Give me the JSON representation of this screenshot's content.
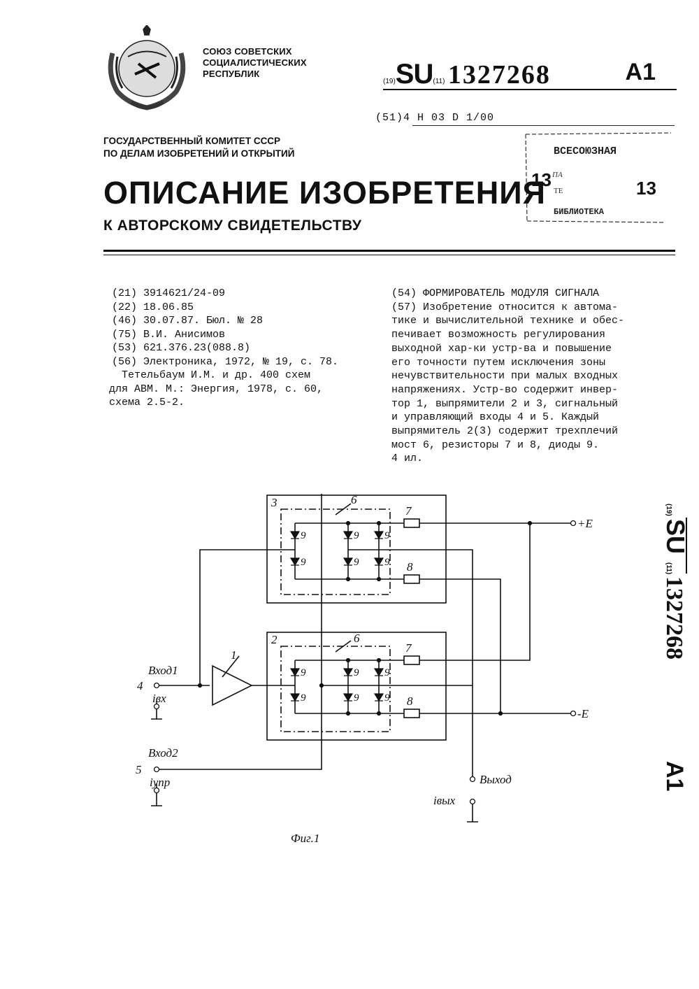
{
  "header": {
    "union_lines": [
      "СОЮЗ СОВЕТСКИХ",
      "СОЦИАЛИСТИЧЕСКИХ",
      "РЕСПУБЛИК"
    ],
    "code19": "(19)",
    "country": "SU",
    "code11": "(11)",
    "number": "1327268",
    "kind": "A1",
    "ipc": "(51)4 H 03 D 1/00",
    "committee_lines": [
      "ГОСУДАРСТВЕННЫЙ КОМИТЕТ СССР",
      "ПО ДЕЛАМ ИЗОБРЕТЕНИЙ И ОТКРЫТИЙ"
    ],
    "title": "ОПИСАНИЕ ИЗОБРЕТЕНИЯ",
    "subtitle": "К АВТОРСКОМУ СВИДЕТЕЛЬСТВУ"
  },
  "stamp": {
    "line1": "ВСЕСОЮЗНАЯ",
    "line2": "ПА",
    "line3": "ТЕ",
    "line4": "БИБЛИОТЕКА",
    "num_left": "13",
    "num_right": "13"
  },
  "biblio": {
    "lines": [
      "(21) 3914621/24-09",
      "(22) 18.06.85",
      "(46) 30.07.87.  Бюл. № 28",
      "(75) В.И. Анисимов",
      "(53) 621.376.23(088.8)",
      "(56) Электроника, 1972, № 19, с. 78."
    ],
    "cont_lines": [
      "Тетельбаум И.М. и др. 400 схем",
      "для АВМ. М.: Энергия, 1978, с. 60,",
      "схема 2.5-2."
    ]
  },
  "abstract": {
    "lines": [
      "(54) ФОРМИРОВАТЕЛЬ МОДУЛЯ  СИГНАЛА",
      "(57) Изобретение относится к автома-",
      "тике и вычислительной технике и обес-",
      "печивает возможность регулирования",
      "выходной хар-ки устр-ва и повышение",
      "его точности путем исключения зоны",
      "нечувствительности при малых входных",
      "напряжениях. Устр-во содержит инвер-",
      "тор 1, выпрямители 2 и 3, сигнальный",
      "и управляющий входы 4 и 5. Каждый",
      "выпрямитель 2(3) содержит трехплечий",
      "мост 6, резисторы 7 и 8, диоды 9.",
      "4 ил."
    ]
  },
  "figure": {
    "labels": {
      "block3": "3",
      "block2": "2",
      "bridge": "6",
      "inverter": "1",
      "r7": "7",
      "r8": "8",
      "diode": "9",
      "plus_e": "+E",
      "minus_e": "-E",
      "input1": "Вход1",
      "input1_num": "4",
      "i_in": "iвх",
      "input2": "Вход2",
      "input2_num": "5",
      "i_ctrl": "iупр",
      "output": "Выход",
      "i_out": "iвых",
      "caption": "Фиг.1"
    }
  },
  "side": {
    "code19": "(19)",
    "country": "SU",
    "code11": "(11)",
    "number": "1327268",
    "kind": "A1"
  }
}
